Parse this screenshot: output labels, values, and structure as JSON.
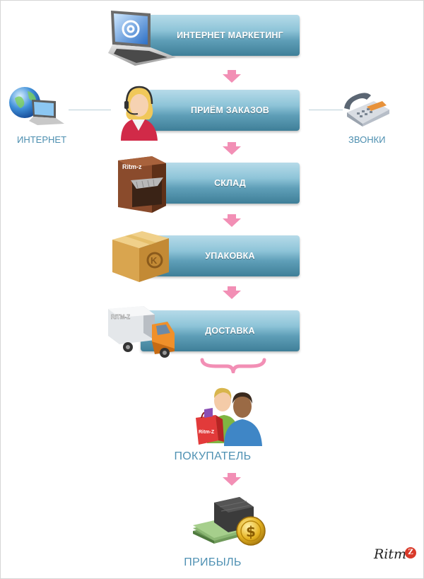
{
  "stages": [
    {
      "id": "internet-marketing",
      "label": "ИНТЕРНЕТ МАРКЕТИНГ",
      "icon": "laptop-email-icon"
    },
    {
      "id": "order-taking",
      "label": "ПРИЁМ ЗАКАЗОВ",
      "icon": "operator-headset-icon"
    },
    {
      "id": "warehouse",
      "label": "СКЛАД",
      "icon": "warehouse-icon",
      "icon_text": "Ritm-z"
    },
    {
      "id": "packaging",
      "label": "УПАКОВКА",
      "icon": "cardboard-box-icon"
    },
    {
      "id": "delivery",
      "label": "ДОСТАВКА",
      "icon": "delivery-truck-icon",
      "icon_text": "RITM-Z"
    }
  ],
  "inputs": {
    "left": {
      "label": "ИНТЕРНЕТ",
      "icon": "globe-laptop-icon"
    },
    "right": {
      "label": "ЗВОНКИ",
      "icon": "telephone-icon"
    }
  },
  "outcomes": {
    "customer": {
      "label": "ПОКУПАТЕЛЬ",
      "icon": "customers-shopping-icon",
      "bag_text": "Ritm-Z"
    },
    "profit": {
      "label": "ПРИБЫЛЬ",
      "icon": "money-wallet-icon"
    }
  },
  "brand": {
    "text": "Ritm",
    "badge": "Z"
  },
  "colors": {
    "stage_top": "#b6dbe9",
    "stage_bottom": "#3f7f98",
    "arrow": "#f28fb5",
    "label": "#4f91b3"
  }
}
